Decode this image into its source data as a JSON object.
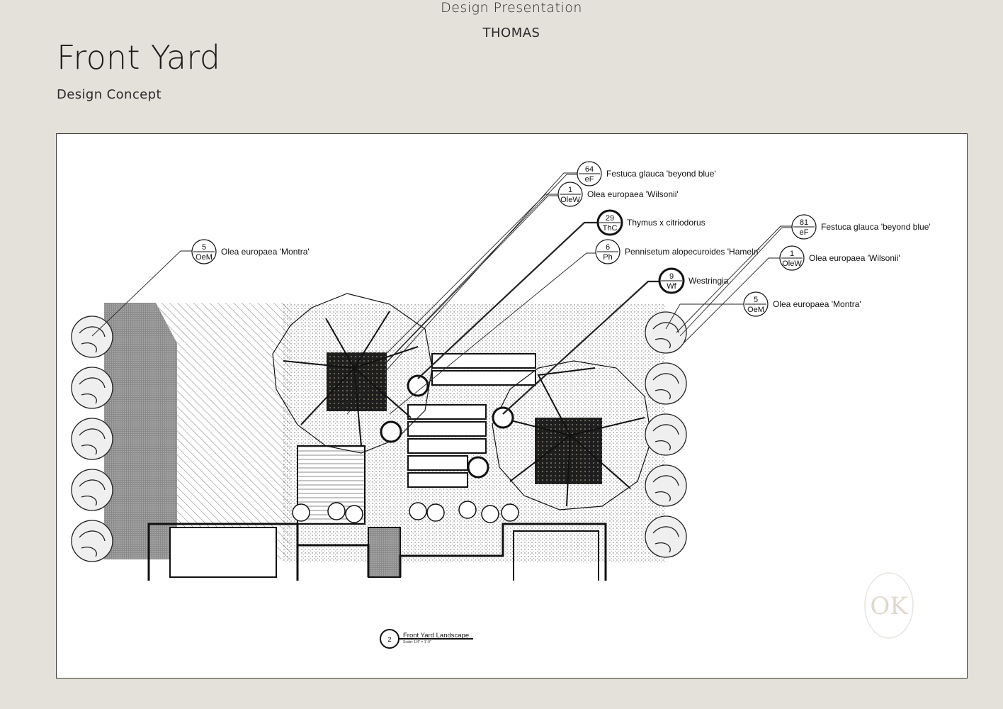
{
  "header": {
    "presentation_title": "Design Presentation",
    "client_name": "THOMAS"
  },
  "page": {
    "title": "Front Yard",
    "subtitle": "Design Concept"
  },
  "plan": {
    "callouts": [
      {
        "count": "64",
        "code": "eF",
        "label": "Festuca glauca 'beyond blue'",
        "bold": false
      },
      {
        "count": "1",
        "code": "OleW",
        "label": "Olea europaea 'Wilsonii'",
        "bold": false
      },
      {
        "count": "29",
        "code": "ThC",
        "label": "Thymus x citriodorus",
        "bold": true
      },
      {
        "count": "6",
        "code": "Ph",
        "label": "Pennisetum alopecuroides 'Hameln'",
        "bold": false
      },
      {
        "count": "9",
        "code": "Wf",
        "label": "Westringia",
        "bold": true
      },
      {
        "count": "5",
        "code": "OeM",
        "label": "Olea europaea 'Montra'",
        "bold": false
      },
      {
        "count": "81",
        "code": "eF",
        "label": "Festuca glauca 'beyond blue'",
        "bold": false
      },
      {
        "count": "1",
        "code": "OleW",
        "label": "Olea europaea 'Wilsonii'",
        "bold": false
      },
      {
        "count": "5",
        "code": "OeM",
        "label": "Olea europaea 'Montra'",
        "bold": false
      }
    ],
    "drawing_number": "2",
    "drawing_title": "Front Yard Landscape",
    "drawing_scale": "Scale: 1/4\" = 1'-0\""
  },
  "logo": {
    "monogram": "OK"
  },
  "colors": {
    "page_background": "#e4e1db",
    "paper": "#ffffff",
    "ink": "#111111"
  }
}
